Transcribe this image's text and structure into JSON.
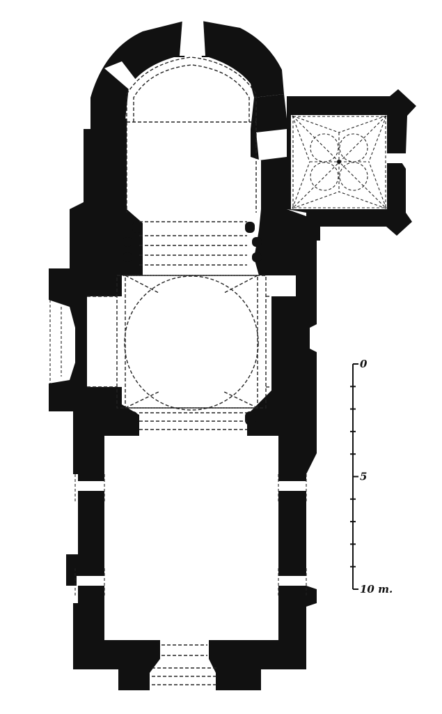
{
  "scale_bar": {
    "unit": "m.",
    "ticks": [
      {
        "value": 0,
        "label": "0"
      },
      {
        "value": 5,
        "label": "5"
      },
      {
        "value": 10,
        "label": "10 m."
      }
    ],
    "minor_step": 1
  },
  "colors": {
    "wall": "#111111",
    "background": "#ffffff",
    "dashed_lines": "#222222"
  }
}
